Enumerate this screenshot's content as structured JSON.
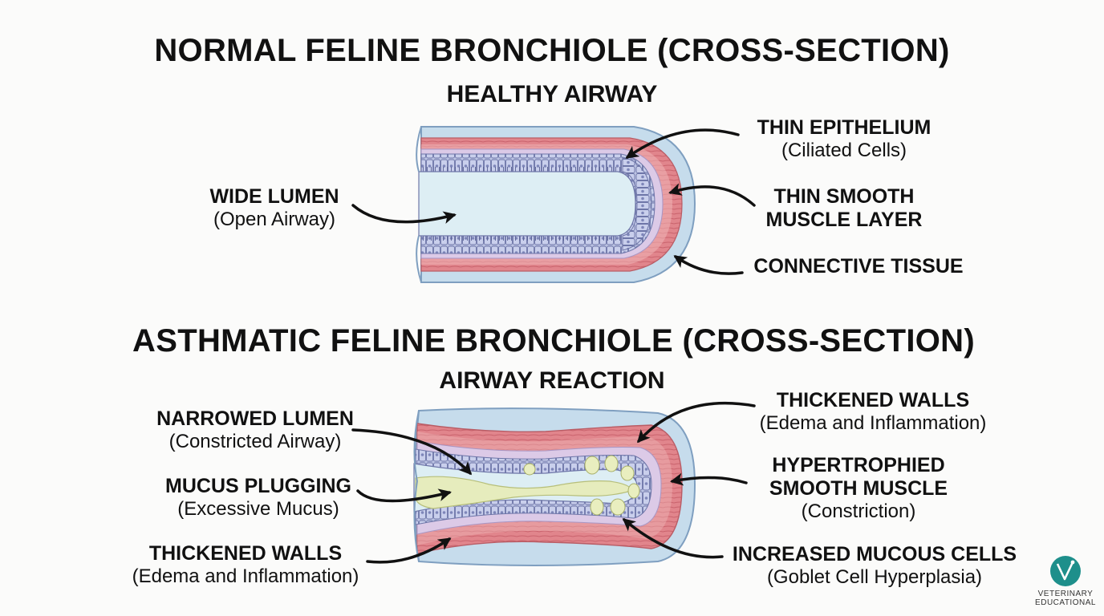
{
  "normal": {
    "title": "NORMAL FELINE BRONCHIOLE (CROSS-SECTION)",
    "subtitle": "HEALTHY AIRWAY",
    "labels": {
      "epithelium": {
        "title": "THIN EPITHELIUM",
        "detail": "(Ciliated Cells)"
      },
      "smooth_muscle": {
        "line1": "THIN SMOOTH",
        "line2": "MUSCLE LAYER"
      },
      "connective": {
        "title": "CONNECTIVE TISSUE"
      },
      "lumen": {
        "title": "WIDE LUMEN",
        "detail": "(Open Airway)"
      }
    }
  },
  "asthmatic": {
    "title": "ASTHMATIC FELINE BRONCHIOLE (CROSS-SECTION)",
    "subtitle": "AIRWAY REACTION",
    "labels": {
      "narrowed_lumen": {
        "title": "NARROWED LUMEN",
        "detail": "(Constricted Airway)"
      },
      "mucus_plugging": {
        "title": "MUCUS PLUGGING",
        "detail": "(Excessive Mucus)"
      },
      "thickened_walls_left": {
        "title": "THICKENED WALLS",
        "detail": "(Edema and Inflammation)"
      },
      "thickened_walls_right": {
        "title": "THICKENED WALLS",
        "detail": "(Edema and Inflammation)"
      },
      "hypertrophied": {
        "line1": "HYPERTROPHIED",
        "line2": "SMOOTH MUSCLE",
        "detail": "(Constriction)"
      },
      "mucous_cells": {
        "title": "INCREASED MUCOUS CELLS",
        "detail": "(Goblet Cell Hyperplasia)"
      }
    }
  },
  "logo": {
    "line1": "VETERINARY",
    "line2": "EDUCATIONAL"
  },
  "colors": {
    "connective": "#c6dcec",
    "connective_edge": "#7f9fc0",
    "muscle": "#e2838a",
    "muscle_light": "#f2b7b8",
    "submucosa": "#d9c6e5",
    "epithelium": "#b8bfe0",
    "lumen": "#ddeef4",
    "mucus": "#e6ecbd",
    "logo": "#1e8f8b"
  }
}
